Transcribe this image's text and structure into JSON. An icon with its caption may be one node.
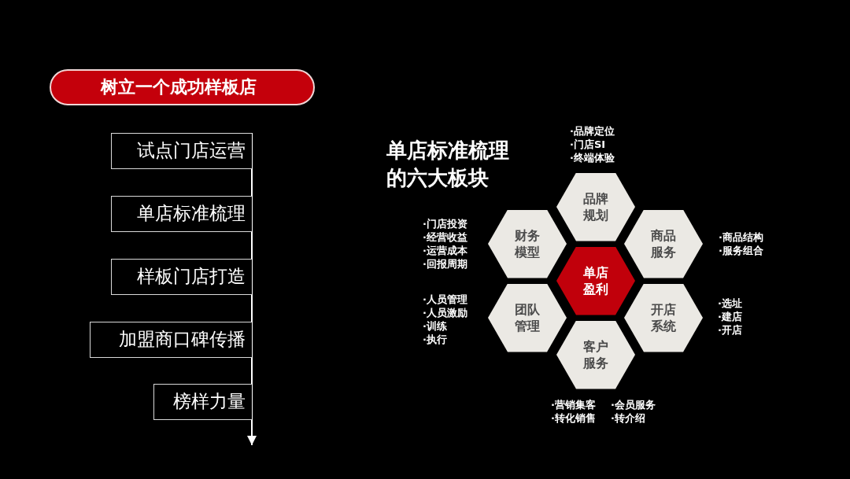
{
  "diagram": {
    "nodes": [
      {
        "text": [
          "树立一个成功样板店"
        ]
      },
      {
        "text": [
          "试点门店运营"
        ]
      },
      {
        "text": [
          "单店标准梳理"
        ]
      },
      {
        "text": [
          "样板门店打造"
        ]
      },
      {
        "text": [
          "加盟商口碑传播"
        ]
      },
      {
        "text": [
          "榜样力量"
        ]
      },
      {
        "text": [
          "品牌规划"
        ],
        "beside": [
          "·品牌定位",
          "·门店SI",
          "·终端体验"
        ]
      },
      {
        "text": [
          "财务模型"
        ],
        "beside": [
          "·门店投资",
          "·经营收益",
          "·运营成本",
          "·回报周期"
        ]
      },
      {
        "text": [
          "商品服务"
        ],
        "beside": [
          "·商品结构",
          "·服务组合"
        ]
      },
      {
        "text": [
          "单店盈利"
        ]
      },
      {
        "text": [
          "团队管理"
        ],
        "beside": [
          "·人员管理",
          "·人员激励",
          "·训练",
          "·执行"
        ]
      },
      {
        "text": [
          "开店系统"
        ],
        "beside": [
          "·选址",
          "·建店",
          "·开店"
        ]
      },
      {
        "text": [
          "客户服务"
        ],
        "beside": [
          "·营销集客",
          "·转化销售",
          "·会员服务",
          "·转介绍"
        ]
      }
    ],
    "labels": [
      "单店标准梳理的六大板块"
    ]
  }
}
